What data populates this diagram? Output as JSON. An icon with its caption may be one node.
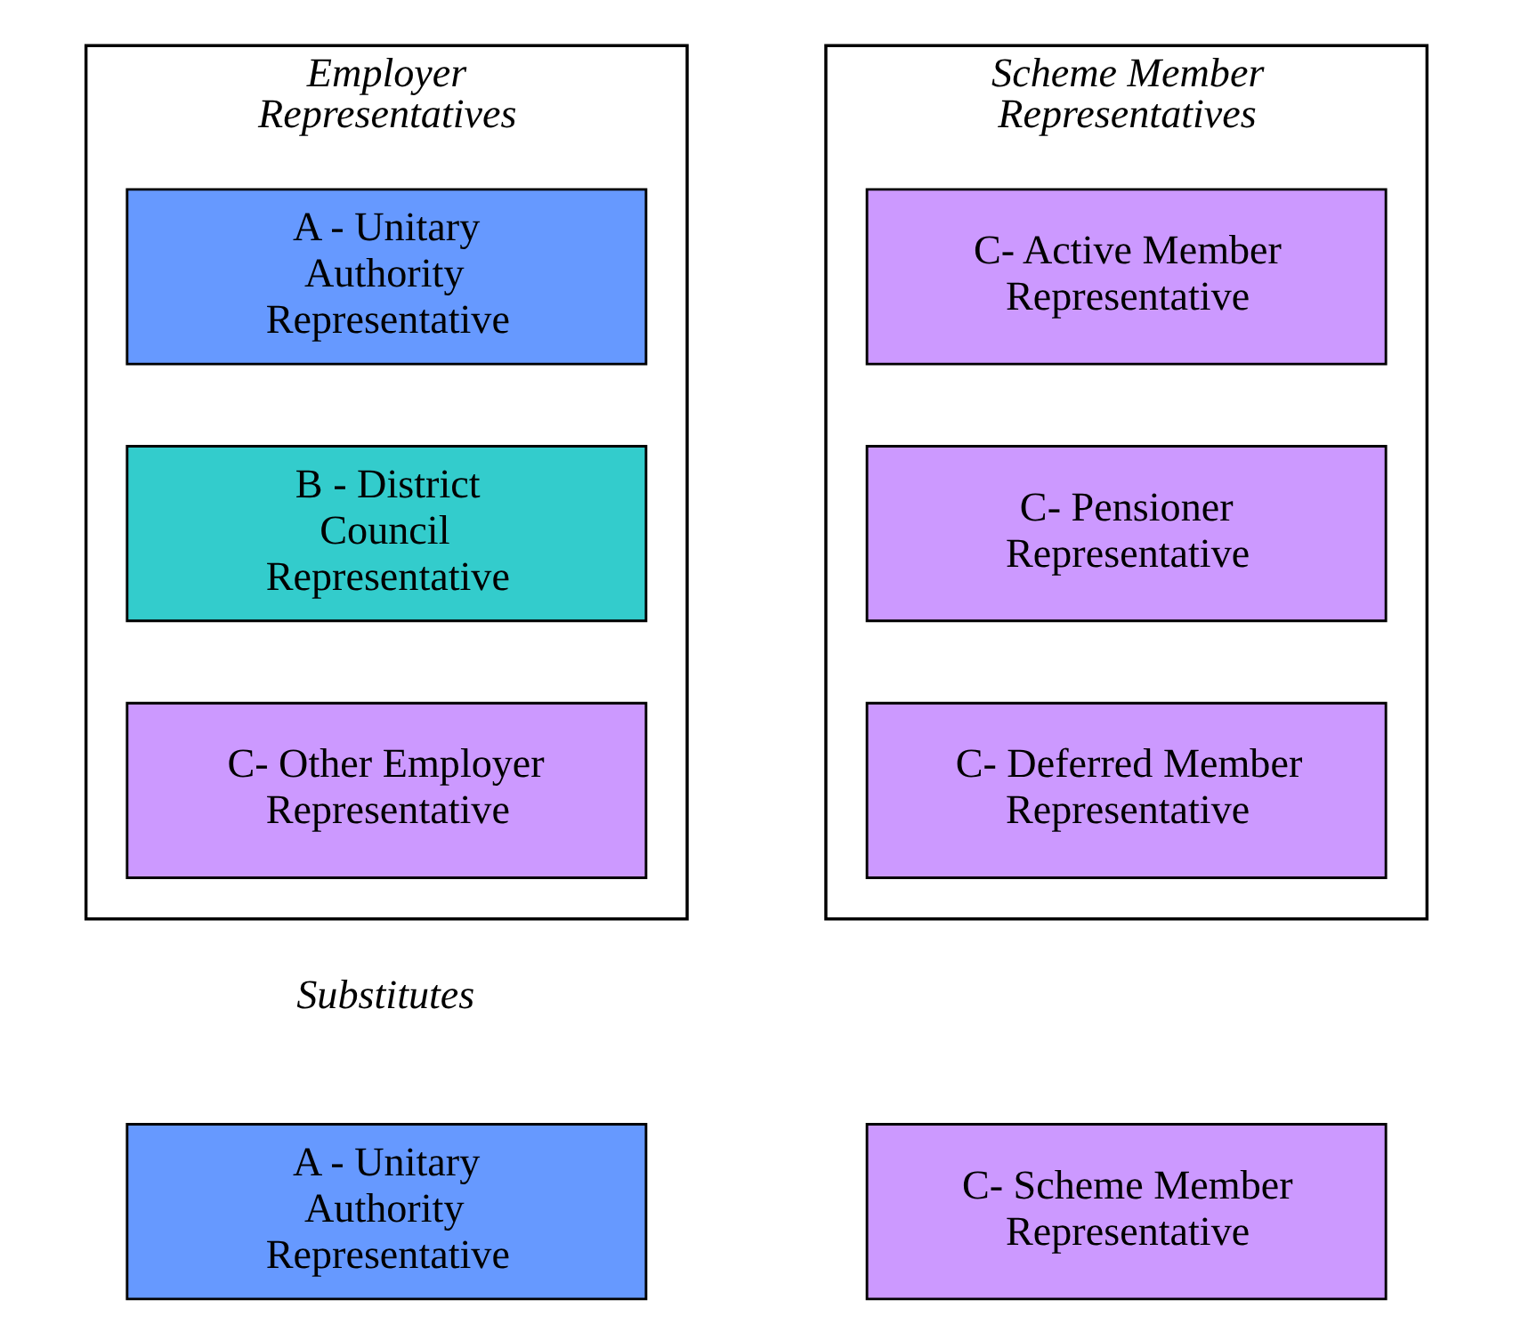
{
  "diagram": {
    "nodes": [
      {
        "text": [
          "Employer Representatives"
        ]
      },
      {
        "text": [
          "A - Unitary Authority Representative"
        ],
        "in": 0
      },
      {
        "text": [
          "B - District Council Representative"
        ],
        "in": 0
      },
      {
        "text": [
          "C- Other Employer Representative"
        ],
        "in": 0
      },
      {
        "text": [
          "Scheme Member Representatives"
        ]
      },
      {
        "text": [
          "C- Active Member Representative"
        ],
        "in": 4
      },
      {
        "text": [
          "C- Pensioner Representative"
        ],
        "in": 4
      },
      {
        "text": [
          "C- Deferred Member Representative"
        ],
        "in": 4
      },
      {
        "text": [
          "A - Unitary Authority Representative"
        ]
      },
      {
        "text": [
          "C- Scheme Member Representative"
        ]
      }
    ],
    "labels": [
      "Substitutes"
    ]
  }
}
